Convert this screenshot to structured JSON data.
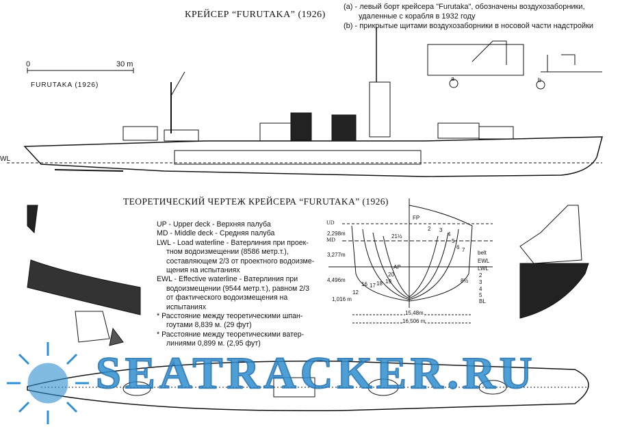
{
  "title_top": "КРЕЙСЕР “FURUTAKA” (1926)",
  "notes": [
    {
      "line1": "(a) - левый борт крейсера \"Furutaka\", обозначены воздухозаборники,",
      "line2": "удаленные с корабля в 1932 году"
    },
    {
      "line1": "(b) - прикрытые щитами воздухозаборники в носовой части надстройки"
    }
  ],
  "detail_labels": {
    "a": "a",
    "b": "b"
  },
  "scale": {
    "start": "0",
    "end": "30 m"
  },
  "profile_label": "FURUTAKA (1926)",
  "waterline_label": "WL",
  "title_lines": "ТЕОРЕТИЧЕСКИЙ ЧЕРТЕЖ КРЕЙСЕРА “FURUTAKA” (1926)",
  "legend": [
    {
      "l1": "UP -   Upper deck    - Верхняя палуба"
    },
    {
      "l1": "MD -  Middle deck  - Средняя палуба"
    },
    {
      "l1": "LWL - Load waterline  - Ватерлиния при проек-",
      "rest": [
        "тном водоизмещении (8586 метр.т.),",
        "составляющем 2/3 от проектного водоизме-",
        "щения на испытаниях"
      ]
    },
    {
      "l1": "EWL - Effective waterline - Ватерлиния при",
      "rest": [
        "водоизмещении (9544 метр.т.), равном 2/3",
        "от фактического водоизмещения на",
        "испытаниях"
      ]
    },
    {
      "l1": "* Расстояние между теоретическими шпан-",
      "rest": [
        "гоутами 8,839 м. (29 фут)"
      ]
    },
    {
      "l1": "* Расстояние между теоретическими ватер-",
      "rest": [
        "линиями 0,899 м. (2,95 фут)"
      ]
    }
  ],
  "body_plan": {
    "ud": "UD",
    "md": "MD",
    "fp": "FP",
    "ap": "AP",
    "dims": [
      "2,298m",
      "3,277m",
      "4,496m",
      "1,016 m"
    ],
    "widths": [
      "15,48m",
      "16,506 m"
    ],
    "right_labels": [
      "belt",
      "EWL",
      "LWL",
      "2",
      "3",
      "4",
      "5",
      "BL"
    ],
    "stations": [
      "21½",
      "20",
      "19",
      "18",
      "17",
      "16",
      "12",
      "2",
      "3",
      "4",
      "5",
      "6",
      "7",
      "8½"
    ]
  },
  "watermark": "SEATRACKER.RU",
  "colors": {
    "ink": "#111111",
    "watermark": "#2f8fd0"
  }
}
